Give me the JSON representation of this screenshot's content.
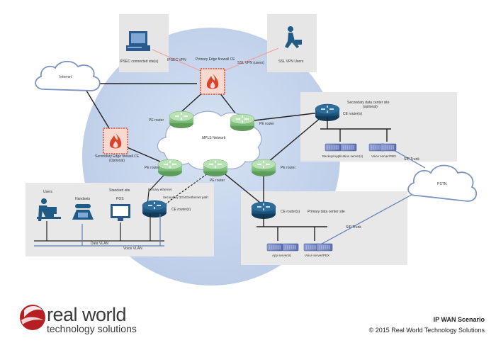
{
  "labels": {
    "ipsec_sites": "IPSEC connected site(s)",
    "ipsec_vpn": "IPSEC VPN",
    "primary_fw": "Primary Edge firewall CE",
    "ssl_vpn_label": "SSL VPN (users)",
    "ssl_vpn_users": "SSL VPN Users",
    "internet": "Internet",
    "secondary_fw": "Secondary Edge firewall CE",
    "secondary_fw_optional": "(Optional)",
    "pe_router": "PE router",
    "mpls": "MPLS Network",
    "secondary_dc_title": "Secondary data center site",
    "secondary_dc_optional": "(optional)",
    "ce_routers": "CE router(s)",
    "backup_app_servers": "Backup/Application server(s)",
    "voice_server_pbx": "Voice server/PBX",
    "sip_trunk": "SIP Trunk",
    "pstn": "PSTN",
    "users": "Users",
    "handsets": "Handsets",
    "standard_site": "Standard site",
    "pos": "POS",
    "primary_ethernet": "Primary ethernet",
    "secondary_path": "Secondary 3G/4G/ethernet path",
    "data_vlan": "Data VLAN",
    "voice_vlan": "Voice VLAN",
    "primary_dc": "Primary data center site",
    "app_servers": "App server(s)"
  },
  "brand": {
    "line1": "real world",
    "line2": "technology solutions"
  },
  "footer": {
    "title": "IP WAN Scenario",
    "copyright": "© 2015 Real World Technology Solutions"
  },
  "colors": {
    "globe": "#c9d8ee",
    "panel": "#e6e6e6",
    "router_green": "#8cc88a",
    "router_blue": "#1f5b85",
    "firewall_red": "#d9452b",
    "link_pink": "#f0a0a0",
    "link_dark": "#222222",
    "link_blue": "#5a7fb5",
    "brand_red": "#b51f24"
  }
}
